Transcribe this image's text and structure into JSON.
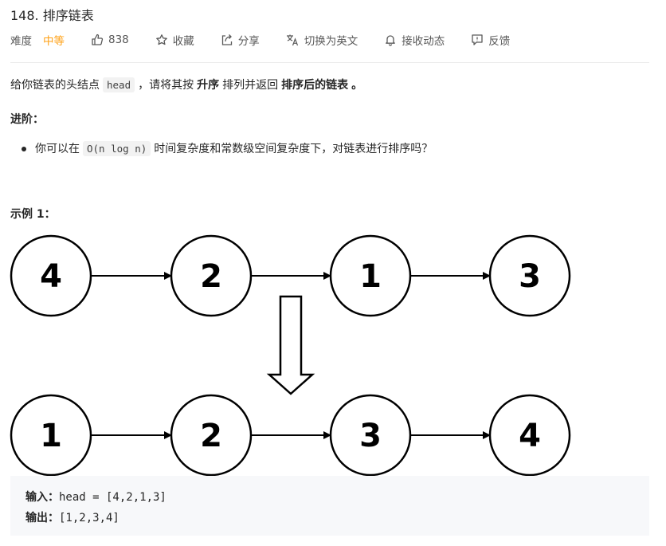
{
  "problem": {
    "title": "148. 排序链表"
  },
  "meta": {
    "difficulty_label": "难度",
    "difficulty_value": "中等",
    "likes": "838",
    "favorite": "收藏",
    "share": "分享",
    "switch_lang": "切换为英文",
    "subscribe": "接收动态",
    "feedback": "反馈",
    "difficulty_color": "#ffa116"
  },
  "description": {
    "part1": "给你链表的头结点",
    "code": "head",
    "part2": "，请将其按",
    "bold1": "升序",
    "part3": "排列并返回",
    "bold2": "排序后的链表",
    "part4": "。"
  },
  "advanced": {
    "title": "进阶：",
    "bullet_part1": "你可以在",
    "bullet_code": "O(n log n)",
    "bullet_part2": "时间复杂度和常数级空间复杂度下，对链表进行排序吗？"
  },
  "example1": {
    "title": "示例 1：",
    "diagram": {
      "before": [
        "4",
        "2",
        "1",
        "3"
      ],
      "after": [
        "1",
        "2",
        "3",
        "4"
      ]
    },
    "input_label": "输入：",
    "input_value": "head = [4,2,1,3]",
    "output_label": "输出：",
    "output_value": "[1,2,3,4]"
  }
}
